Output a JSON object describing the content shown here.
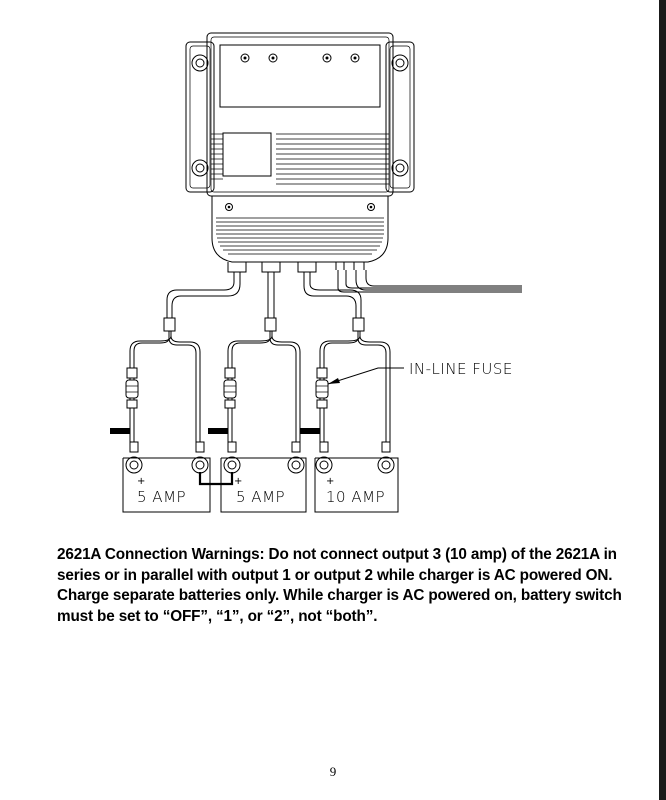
{
  "diagram": {
    "callout_label": "IN-LINE FUSE",
    "batteries": [
      {
        "label": "5 AMP",
        "plus": "+"
      },
      {
        "label": "5 AMP",
        "plus": "+"
      },
      {
        "label": "10 AMP",
        "plus": "+"
      }
    ]
  },
  "warning": {
    "lines": [
      "2621A Connection Warnings:  Do not connect output 3 (10 amp) of the 2621A in",
      "series or in parallel with output 1 or output 2 while charger is AC powered ON.",
      "Charge separate batteries only.  While charger is AC powered on, battery switch",
      "must be set to “OFF”, “1”, or “2”, not “both”."
    ]
  },
  "page_number": "9"
}
